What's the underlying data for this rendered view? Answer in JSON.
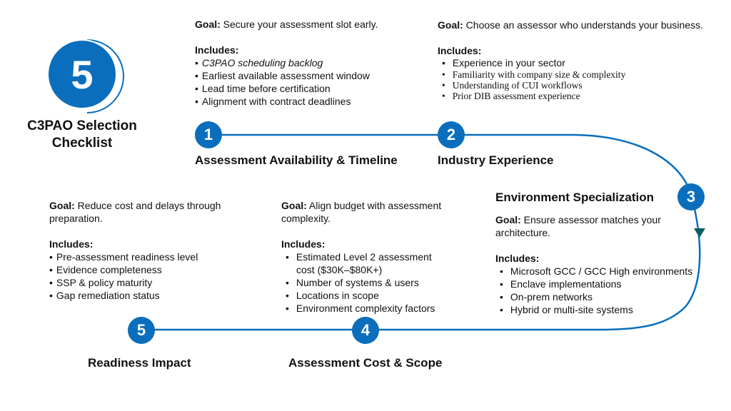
{
  "header": {
    "badge_number": "5",
    "title_line1": "C3PAO Selection",
    "title_line2": "Checklist"
  },
  "colors": {
    "accent": "#0a6ebd",
    "arrow": "#0b5d5d"
  },
  "steps": [
    {
      "number": "1",
      "title": "Assessment Availability & Timeline",
      "goal_label": "Goal:",
      "goal": "Secure your assessment slot early.",
      "includes_label": "Includes:",
      "items": [
        "C3PAO scheduling backlog",
        "Earliest available assessment window",
        "Lead time before certification",
        "Alignment with contract deadlines"
      ]
    },
    {
      "number": "2",
      "title": "Industry Experience",
      "goal_label": "Goal:",
      "goal": "Choose an assessor who understands your business.",
      "includes_label": "Includes:",
      "items": [
        "Experience in your sector",
        "Familiarity with company size & complexity",
        "Understanding of CUI workflows",
        "Prior DIB assessment experience"
      ]
    },
    {
      "number": "3",
      "title": "Environment Specialization",
      "goal_label": "Goal:",
      "goal": "Ensure assessor matches your architecture.",
      "includes_label": "Includes:",
      "items": [
        "Microsoft GCC / GCC High environments",
        "Enclave implementations",
        "On-prem networks",
        "Hybrid or multi-site systems"
      ]
    },
    {
      "number": "4",
      "title": "Assessment Cost & Scope",
      "goal_label": "Goal:",
      "goal": "Align budget with assessment complexity.",
      "includes_label": "Includes:",
      "items": [
        "Estimated Level 2 assessment cost ($30K–$80K+)",
        "Number of systems & users",
        "Locations in scope",
        "Environment complexity factors"
      ]
    },
    {
      "number": "5",
      "title": "Readiness Impact",
      "goal_label": "Goal:",
      "goal": "Reduce cost and delays through preparation.",
      "includes_label": "Includes:",
      "items": [
        "Pre-assessment readiness level",
        "Evidence completeness",
        "SSP & policy maturity",
        "Gap remediation status"
      ]
    }
  ]
}
